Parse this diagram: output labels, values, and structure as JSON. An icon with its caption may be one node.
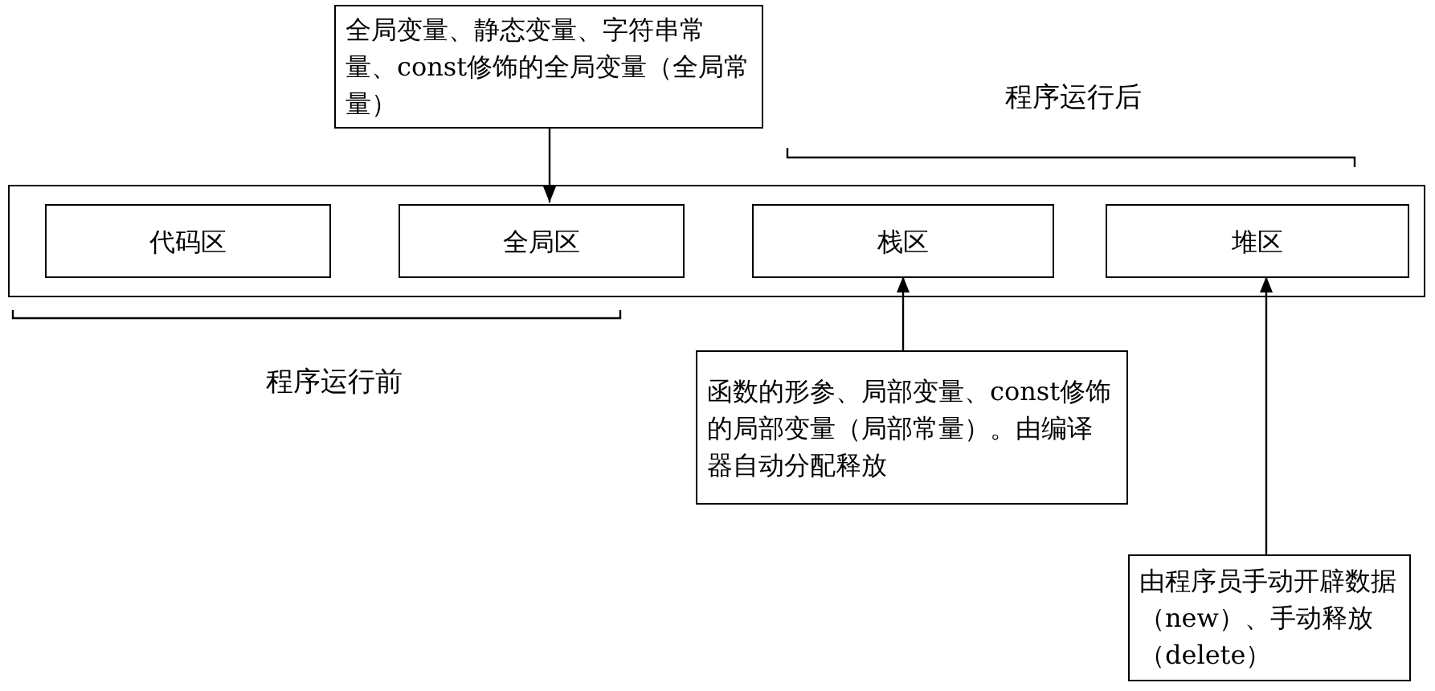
{
  "diagram": {
    "nodes": [
      {
        "text": [],
        "shape": "box"
      },
      {
        "text": [
          "代码区"
        ],
        "in": 0
      },
      {
        "text": [
          "全局区"
        ],
        "in": 0
      },
      {
        "text": [
          "栈区"
        ],
        "in": 0
      },
      {
        "text": [
          "堆区"
        ],
        "in": 0
      },
      {
        "text": [
          "全局变量、静态变量、字符串常量、const修饰的全局变量（全局常量）"
        ]
      },
      {
        "text": [
          "函数的形参、局部变量、const修饰的局部变量（局部常量）。由编译器自动分配释放"
        ]
      },
      {
        "text": [
          "由程序员手动开辟数据（new）、手动释放（delete）"
        ]
      }
    ],
    "edges": [
      {
        "from": 5,
        "to": 2,
        "arrow": "to"
      },
      {
        "from": 6,
        "to": 3,
        "arrow": "to"
      },
      {
        "from": 7,
        "to": 4,
        "arrow": "to"
      }
    ],
    "labels": [
      "程序运行后",
      "程序运行前"
    ]
  }
}
